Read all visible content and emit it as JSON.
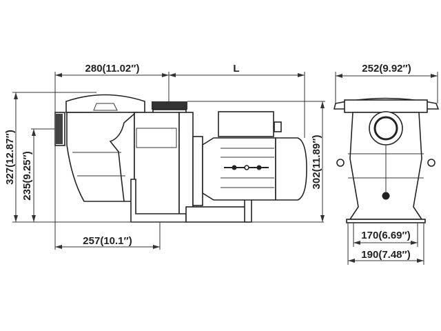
{
  "dimensions": {
    "overall_front_width": "280(11.02″)",
    "motor_length": "L",
    "total_height": "327(12.87″)",
    "inlet_height": "235(9.25″)",
    "base_to_inlet_length": "257(10.1″)",
    "motor_height": "302(11.89″)",
    "end_view_width": "252(9.92″)",
    "base_inner_width": "170(6.69″)",
    "base_outer_width": "190(7.48″)"
  }
}
